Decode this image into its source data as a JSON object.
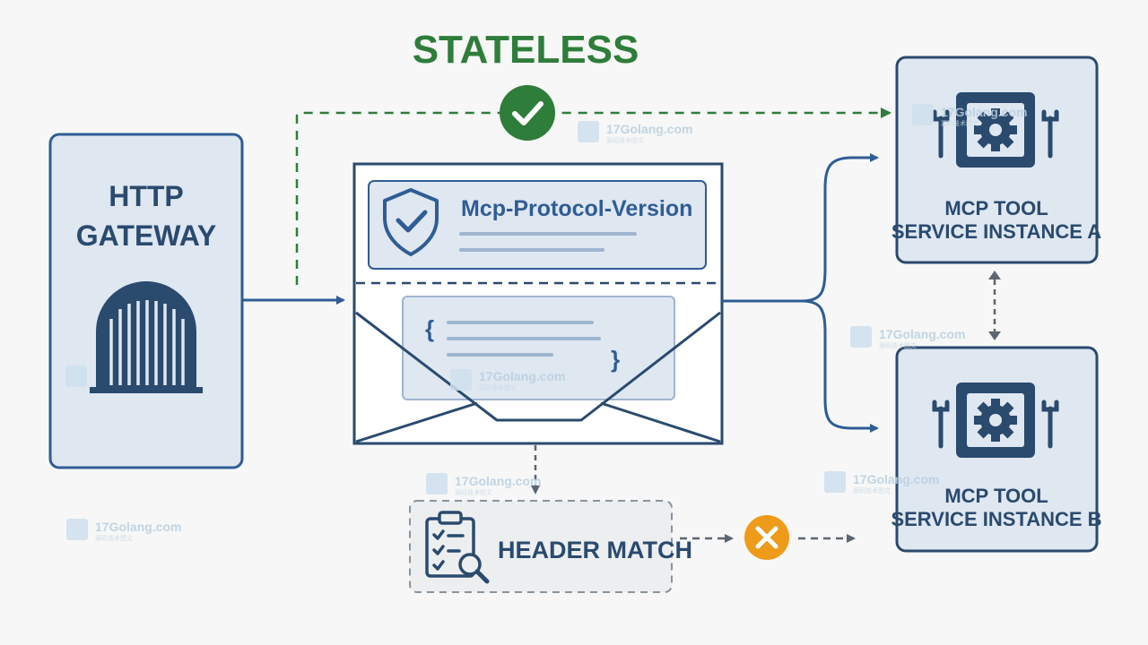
{
  "stateless_label": "STATELESS",
  "gateway": {
    "title_line1": "HTTP",
    "title_line2": "GATEWAY"
  },
  "envelope": {
    "header_label": "Mcp-Protocol-Version",
    "body_open_brace": "{",
    "body_close_brace": "}"
  },
  "header_match": {
    "label": "HEADER MATCH"
  },
  "instance_a": {
    "title_line1": "MCP TOOL",
    "title_line2": "SERVICE INSTANCE A"
  },
  "instance_b": {
    "title_line1": "MCP TOOL",
    "title_line2": "SERVICE INSTANCE B"
  },
  "watermark": {
    "text": "17Golang.com",
    "subtext": "源码技术图文"
  },
  "colors": {
    "navy": "#2a4a6e",
    "blue": "#2f5d95",
    "green": "#2e7d3a",
    "orange": "#ee9b1a",
    "panel_fill": "#dfe7f1",
    "dashed_gray": "#8a949e"
  }
}
